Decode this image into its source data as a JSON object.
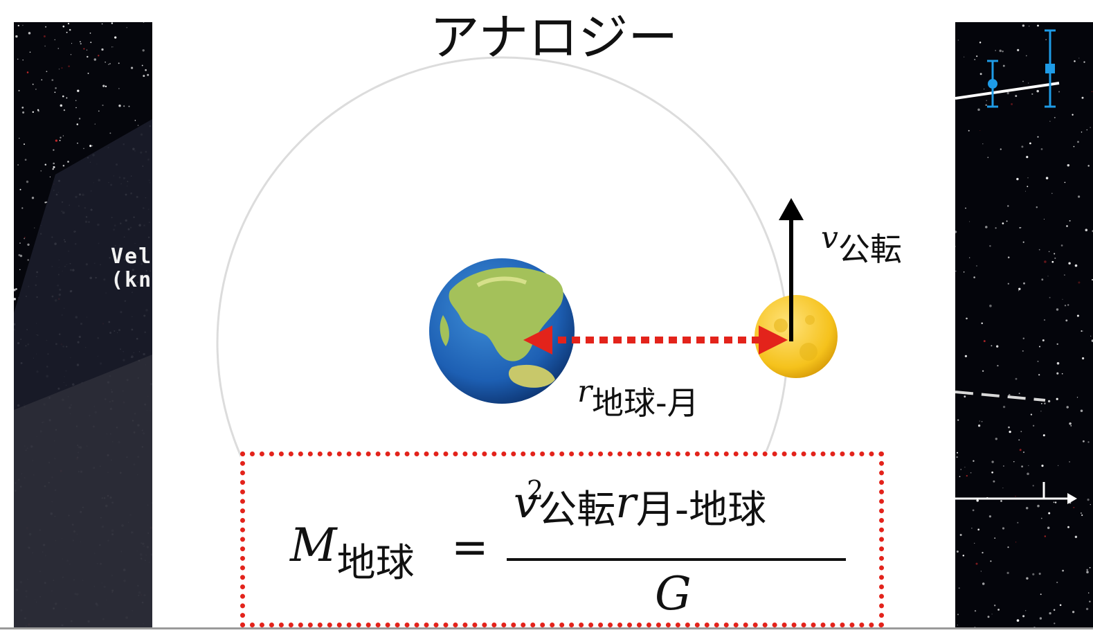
{
  "title": "アナロジー",
  "left_panel": {
    "partial_label": "Vel\n(kn"
  },
  "diagram": {
    "velocity_symbol": "v",
    "velocity_subscript": "公転",
    "radius_symbol": "r",
    "radius_subscript": "地球-月",
    "earth_icon": "earth-globe-asia-icon",
    "moon_icon": "full-moon-icon",
    "arrow_color": "#e3231b"
  },
  "formula": {
    "lhs_symbol": "M",
    "lhs_subscript": "地球",
    "equals": "=",
    "num_v": "v",
    "num_exp": "2",
    "num_v_sub": "公転",
    "num_r": "r",
    "num_r_sub": "月-地球",
    "denominator": "G",
    "box_color": "#e3231b"
  }
}
